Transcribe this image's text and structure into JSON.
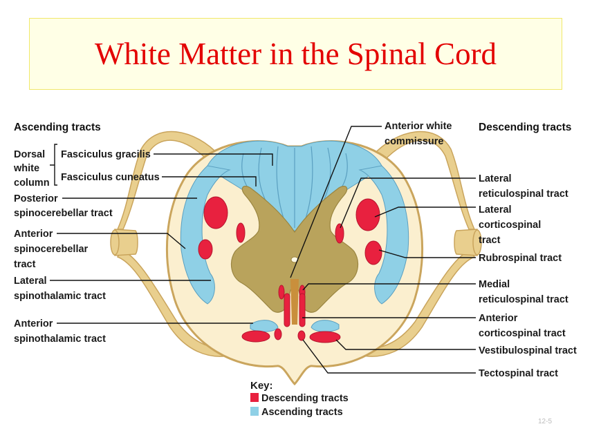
{
  "title": "White Matter in the Spinal Cord",
  "headers": {
    "ascending": "Ascending tracts",
    "descending": "Descending tracts"
  },
  "dorsal_column": [
    "Dorsal",
    "white",
    "column"
  ],
  "left_labels": {
    "fasciculus_gracilis": "Fasciculus gracilis",
    "fasciculus_cuneatus": "Fasciculus cuneatus",
    "posterior_spinocerebellar": [
      "Posterior",
      "spinocerebellar tract"
    ],
    "anterior_spinocerebellar": [
      "Anterior",
      "spinocerebellar",
      "tract"
    ],
    "lateral_spinothalamic": [
      "Lateral",
      "spinothalamic tract"
    ],
    "anterior_spinothalamic": [
      "Anterior",
      "spinothalamic tract"
    ]
  },
  "anterior_white_commissure": [
    "Anterior white",
    "commissure"
  ],
  "right_labels": {
    "lateral_reticulospinal": [
      "Lateral",
      "reticulospinal tract"
    ],
    "lateral_corticospinal": [
      "Lateral",
      "corticospinal",
      "tract"
    ],
    "rubrospinal": "Rubrospinal tract",
    "medial_reticulospinal": [
      "Medial",
      "reticulospinal tract"
    ],
    "anterior_corticospinal": [
      "Anterior",
      "corticospinal tract"
    ],
    "vestibulospinal": "Vestibulospinal tract",
    "tectospinal": "Tectospinal tract"
  },
  "key": {
    "title": "Key:",
    "descending": "Descending tracts",
    "ascending": "Ascending tracts"
  },
  "slide_number": "12-5",
  "colors": {
    "title": "#e30000",
    "descending": "#e8213f",
    "ascending": "#8fd0e6",
    "gray_matter": "#b9a35c",
    "white_matter": "#fbefcf",
    "nerve_root": "#e9cf8e"
  }
}
